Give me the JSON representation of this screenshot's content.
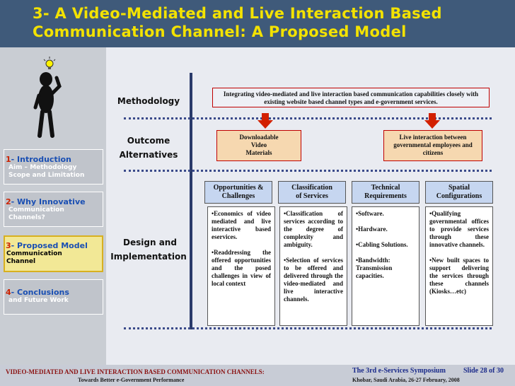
{
  "title": {
    "line1": "3- A Video-Mediated and Live Interaction Based",
    "line2": "Communication Channel: A Proposed Model"
  },
  "sidebar": {
    "items": [
      {
        "num": "1",
        "label": "- Introduction",
        "sub1": "Aim – Methodology",
        "sub2": "Scope and Limitation",
        "active": false
      },
      {
        "num": "2",
        "label": "- Why Innovative",
        "sub1": "Communication",
        "sub2": "Channels?",
        "active": false
      },
      {
        "num": "3",
        "label": "- Proposed Model",
        "sub1": "Communication",
        "sub2": "Channel",
        "active": true
      },
      {
        "num": "4",
        "label": "- Conclusions",
        "sub1": "and Future Work",
        "sub2": "",
        "active": false
      }
    ]
  },
  "rows": {
    "methodology": "Methodology",
    "outcome1": "Outcome",
    "outcome2": "Alternatives",
    "design1": "Design and",
    "design2": "Implementation"
  },
  "methodology_box": "Integrating video-mediated and live interaction based communication capabilities closely with existing website based channel types and e-government services.",
  "alternatives": {
    "left": {
      "l1": "Downloadable",
      "l2": "Video",
      "l3": "Materials"
    },
    "right": {
      "l1": "Live interaction between",
      "l2": "governmental employees and",
      "l3": "citizens"
    }
  },
  "columns": [
    {
      "h1": "Opportunities &",
      "h2": "Challenges",
      "items": [
        "•Economics of video mediated and live interactive based eservices.",
        "•Readdressing the offered opportunities and the posed challenges in view of local context"
      ]
    },
    {
      "h1": "Classification",
      "h2": "of Services",
      "items": [
        "•Classification of services according to the degree of complexity and ambiguity.",
        "•Selection of services to be offered and delivered through the video-mediated and live interactive channels."
      ]
    },
    {
      "h1": "Technical",
      "h2": "Requirements",
      "items": [
        "•Software.",
        "•Hardware.",
        "•Cabling Solutions.",
        "•Bandwidth: Transmission capacities."
      ]
    },
    {
      "h1": "Spatial",
      "h2": "Configurations",
      "items": [
        "•Qualifying governmental offices to provide services through these innovative channels.",
        "•New built spaces to support delivering the services through these channels (Kiosks…etc)"
      ]
    }
  ],
  "footer": {
    "left1": "VIDEO-MEDIATED AND LIVE INTERACTION BASED COMMUNICATION CHANNELS:",
    "left2": "Towards Better e-Government Performance",
    "symposium": "The 3rd e-Services Symposium",
    "slide": "Slide 28 of 30",
    "location": "Khobar, Saudi Arabia, 26-27 February, 2008"
  },
  "colors": {
    "title": "#f3e200",
    "accent": "#1a4fb3",
    "header_bg": "#3f5a7a",
    "box_border": "#c00000",
    "arrow": "#d22000"
  },
  "icons": {
    "figure": "thinking-person-icon",
    "idea": "light-bulb-icon",
    "arrow": "down-arrow-icon"
  }
}
